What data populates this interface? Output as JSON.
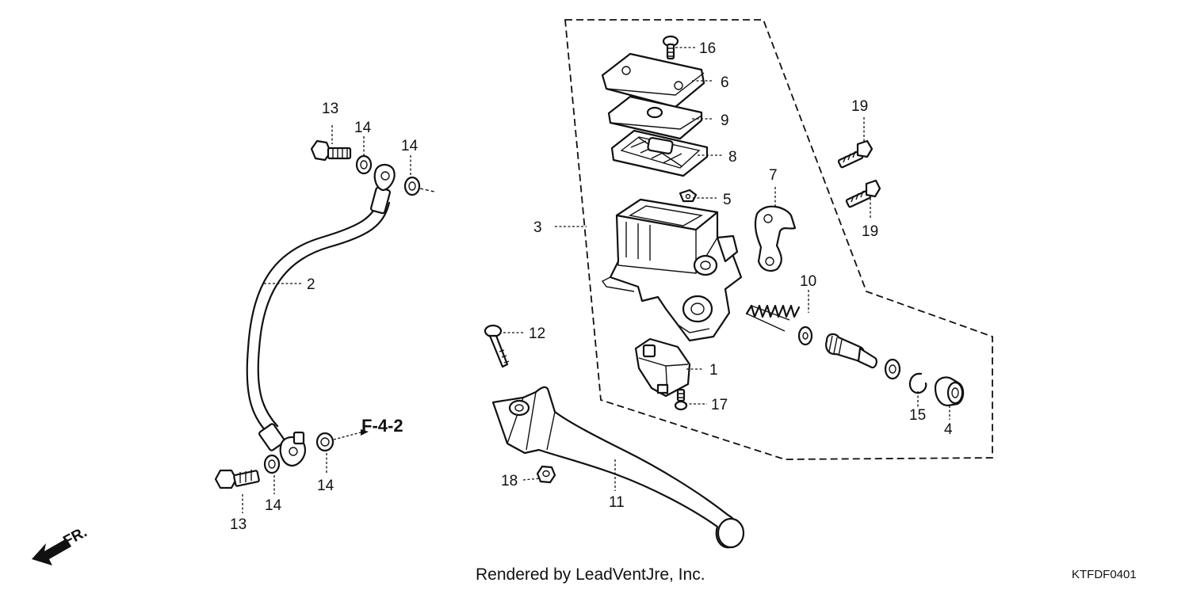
{
  "diagram": {
    "callouts": {
      "c1": "1",
      "c2": "2",
      "c3": "3",
      "c4": "4",
      "c5": "5",
      "c6": "6",
      "c7": "7",
      "c8": "8",
      "c9": "9",
      "c10": "10",
      "c11": "11",
      "c12": "12",
      "c13a": "13",
      "c13b": "13",
      "c14a": "14",
      "c14b": "14",
      "c14c": "14",
      "c14d": "14",
      "c15": "15",
      "c16": "16",
      "c17": "17",
      "c18": "18",
      "c19a": "19",
      "c19b": "19"
    },
    "reference_label": "F-4-2",
    "direction_label": "FR.",
    "footer_text": "Rendered by LeadVentJre, Inc.",
    "diagram_code": "KTFDF0401",
    "ink_color": "#111111",
    "background_color": "#ffffff"
  }
}
